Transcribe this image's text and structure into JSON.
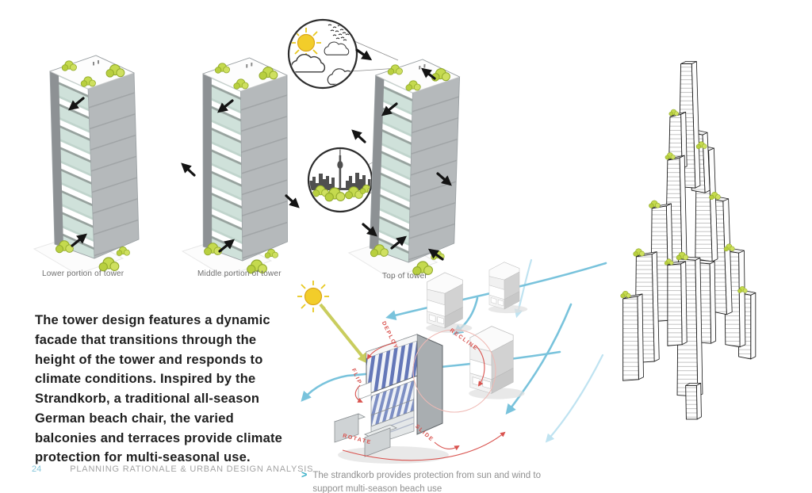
{
  "towers": [
    {
      "label": "Lower portion of tower"
    },
    {
      "label": "Middle portion of tower"
    },
    {
      "label": "Top of tower"
    }
  ],
  "paragraph": {
    "text": "The tower design features a dynamic facade that transitions through the height of the tower and responds to climate conditions. Inspired by the Strandkorb, a traditional all-season German beach chair, the varied balconies and terraces provide climate protection for multi-seasonal use."
  },
  "strandkorb": {
    "actions": [
      {
        "label": "DEPLOY"
      },
      {
        "label": "RECLINE"
      },
      {
        "label": "FLIP"
      },
      {
        "label": "ROTATE"
      },
      {
        "label": "SLIDE"
      }
    ],
    "caption_bullet": ">",
    "caption": "The strandkorb provides protection from sun and wind to support multi-season beach use"
  },
  "footer": {
    "page_number": "24",
    "title": "PLANNING RATIONALE & URBAN DESIGN ANALYSIS"
  },
  "icons": {
    "climate_inset": "sun-clouds-birds-icon",
    "context_inset": "cn-tower-skyline-icon",
    "sun": "sun-icon",
    "tree": "tree-icon",
    "wind": "wind-arrow-icon",
    "direction": "direction-arrow-icon",
    "caption_bullet": "chevron-right-icon"
  },
  "colors": {
    "glass_cyan": "#cfe1da",
    "concrete_gray": "#b5b9bb",
    "tree_green": "#c5da4e",
    "wind_blue": "#79c3dc",
    "annotation_red": "#d9534f",
    "sun_yellow": "#f2cd2a",
    "accent_teal": "#35aec6",
    "footer_page_blue": "#85c6da"
  }
}
